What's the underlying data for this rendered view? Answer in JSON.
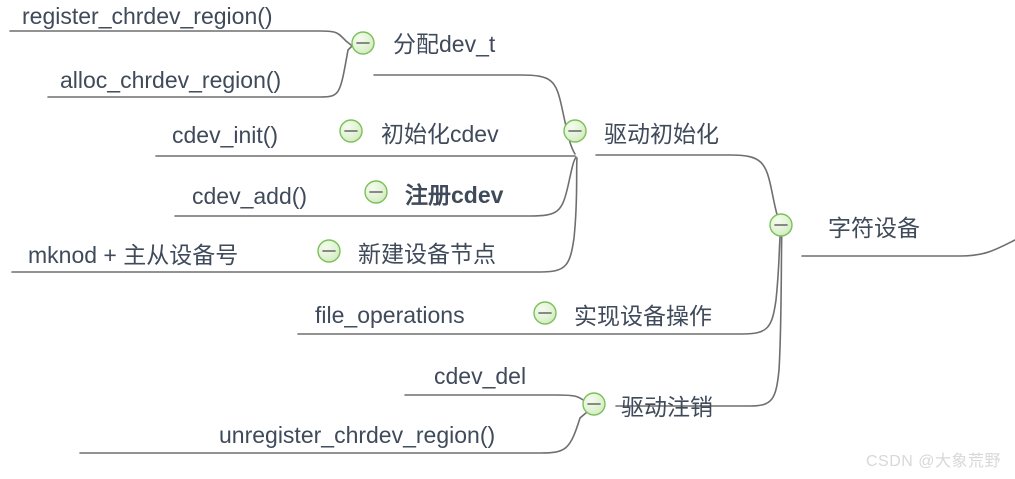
{
  "diagram": {
    "title": "字符设备",
    "type": "mind-map",
    "orientation": "right-to-left",
    "root": {
      "label": "字符设备",
      "toggle_icon": "collapse-minus-icon"
    },
    "branches": [
      {
        "label": "驱动初始化",
        "toggle_icon": "collapse-minus-icon",
        "children": [
          {
            "label": "分配dev_t",
            "toggle_icon": "collapse-minus-icon",
            "children": [
              {
                "label": "register_chrdev_region()"
              },
              {
                "label": "alloc_chrdev_region()"
              }
            ]
          },
          {
            "label": "初始化cdev",
            "toggle_icon": "collapse-minus-icon",
            "children": [
              {
                "label": "cdev_init()"
              }
            ]
          },
          {
            "label": "注册cdev",
            "toggle_icon": "collapse-minus-icon",
            "children": [
              {
                "label": "cdev_add()"
              }
            ]
          },
          {
            "label": "新建设备节点",
            "toggle_icon": "collapse-minus-icon",
            "children": [
              {
                "label": "mknod + 主从设备号"
              }
            ]
          }
        ]
      },
      {
        "label": "实现设备操作",
        "toggle_icon": "collapse-minus-icon",
        "children": [
          {
            "label": "file_operations"
          }
        ]
      },
      {
        "label": "驱动注销",
        "toggle_icon": "collapse-minus-icon",
        "children": [
          {
            "label": "cdev_del"
          },
          {
            "label": "unregister_chrdev_region()"
          }
        ]
      }
    ]
  },
  "watermark": {
    "text": "CSDN @大象荒野"
  },
  "colors": {
    "line": "#6f6f6f",
    "text": "#3f4a5a",
    "toggle_stroke": "#7cc05a",
    "toggle_fill": "#eaf6e0",
    "watermark": "#d8d8d8",
    "background": "#ffffff"
  }
}
